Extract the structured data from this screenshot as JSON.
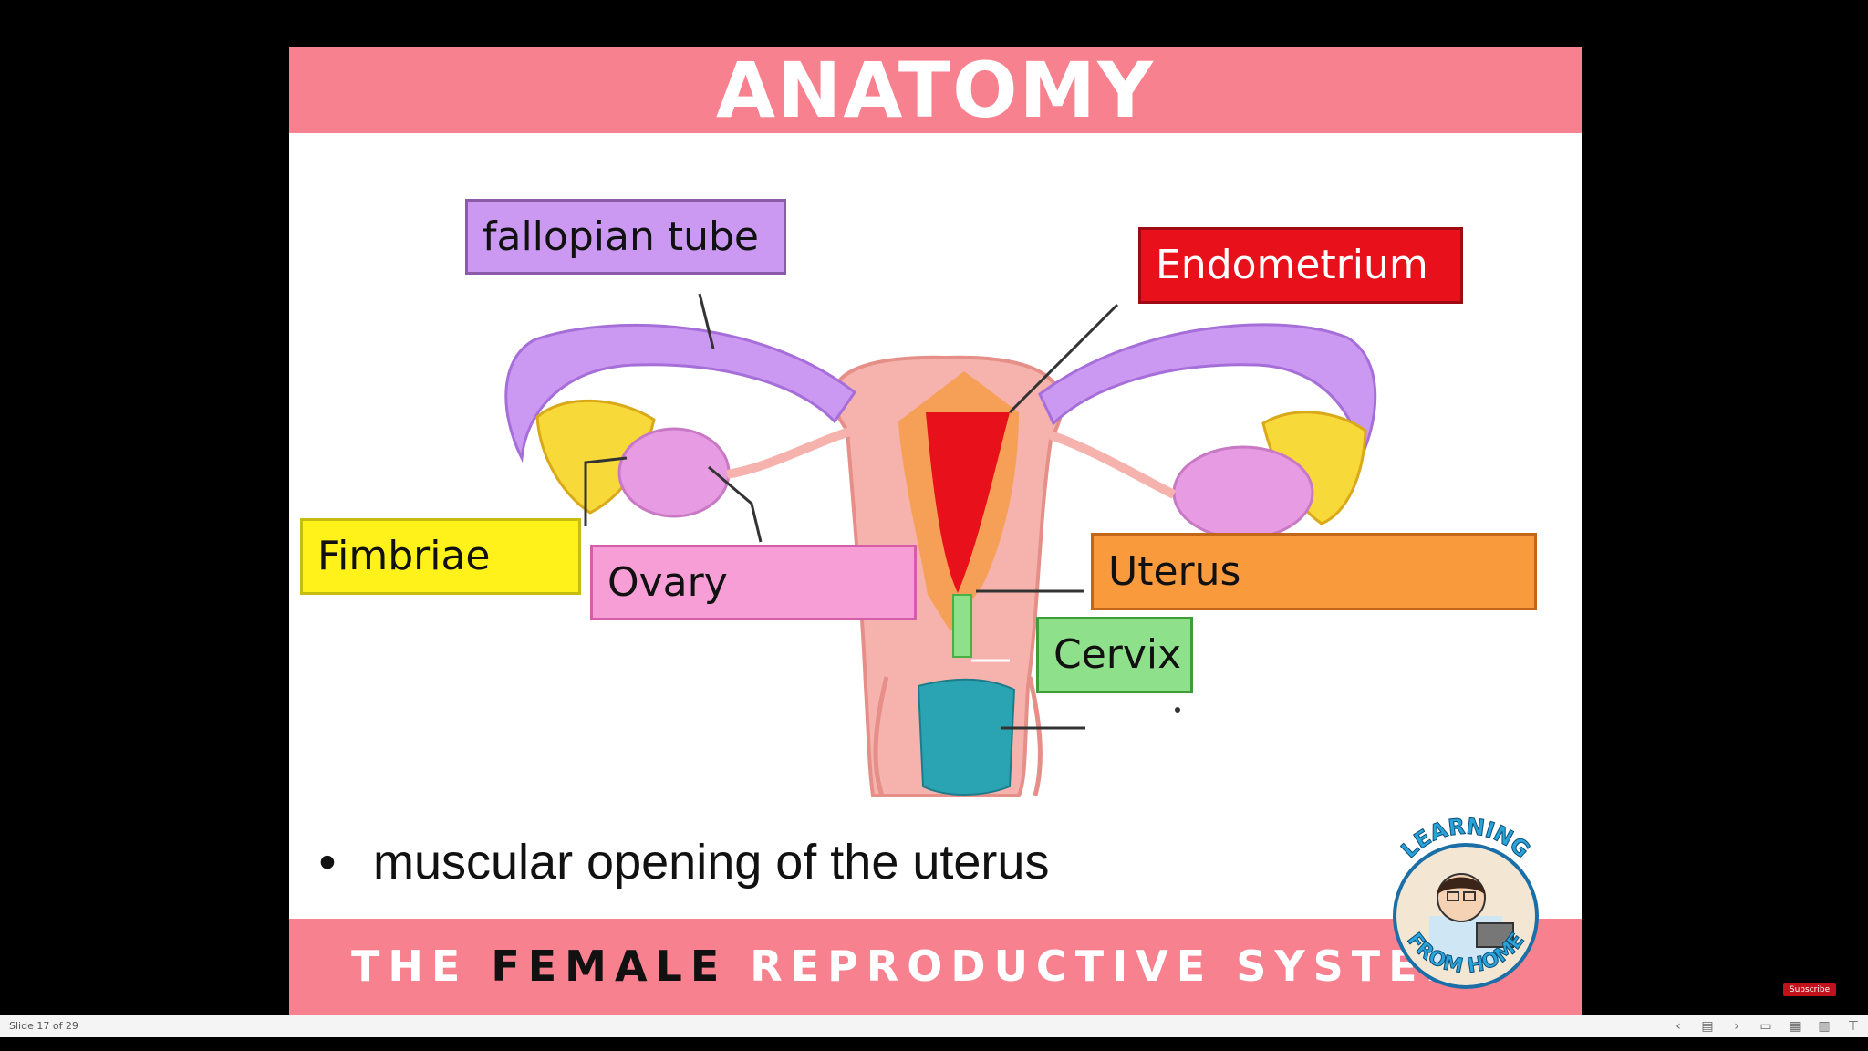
{
  "slide": {
    "title": "ANATOMY",
    "footer_prefix": "THE ",
    "footer_emphasis": "FEMALE",
    "footer_suffix": " REPRODUCTIVE SYSTEM",
    "bullet": "muscular opening of the uterus",
    "bullet_marker": "•",
    "labels": {
      "fallopian_tube": "fallopian tube",
      "endometrium": "Endometrium",
      "fimbriae": "Fimbriae",
      "ovary": "Ovary",
      "uterus": "Uterus",
      "cervix": "Cervix"
    },
    "label_colors": {
      "fallopian_tube": "#cc99f2",
      "endometrium": "#e8101a",
      "fimbriae": "#fff21a",
      "ovary": "#f89ed6",
      "uterus": "#f99a3c",
      "cervix": "#8fe08a"
    },
    "logo": {
      "top_text": "LEARNING",
      "bottom_text": "FROM HOME"
    }
  },
  "status_bar": {
    "slide_counter": "Slide 17 of 29",
    "icons": [
      "prev-icon",
      "menu-icon",
      "next-icon",
      "normal-view-icon",
      "sorter-view-icon",
      "reading-view-icon",
      "slideshow-icon"
    ],
    "youtube_badge": "Subscribe"
  },
  "colors": {
    "banner": "#f7818f",
    "background": "#000000"
  }
}
